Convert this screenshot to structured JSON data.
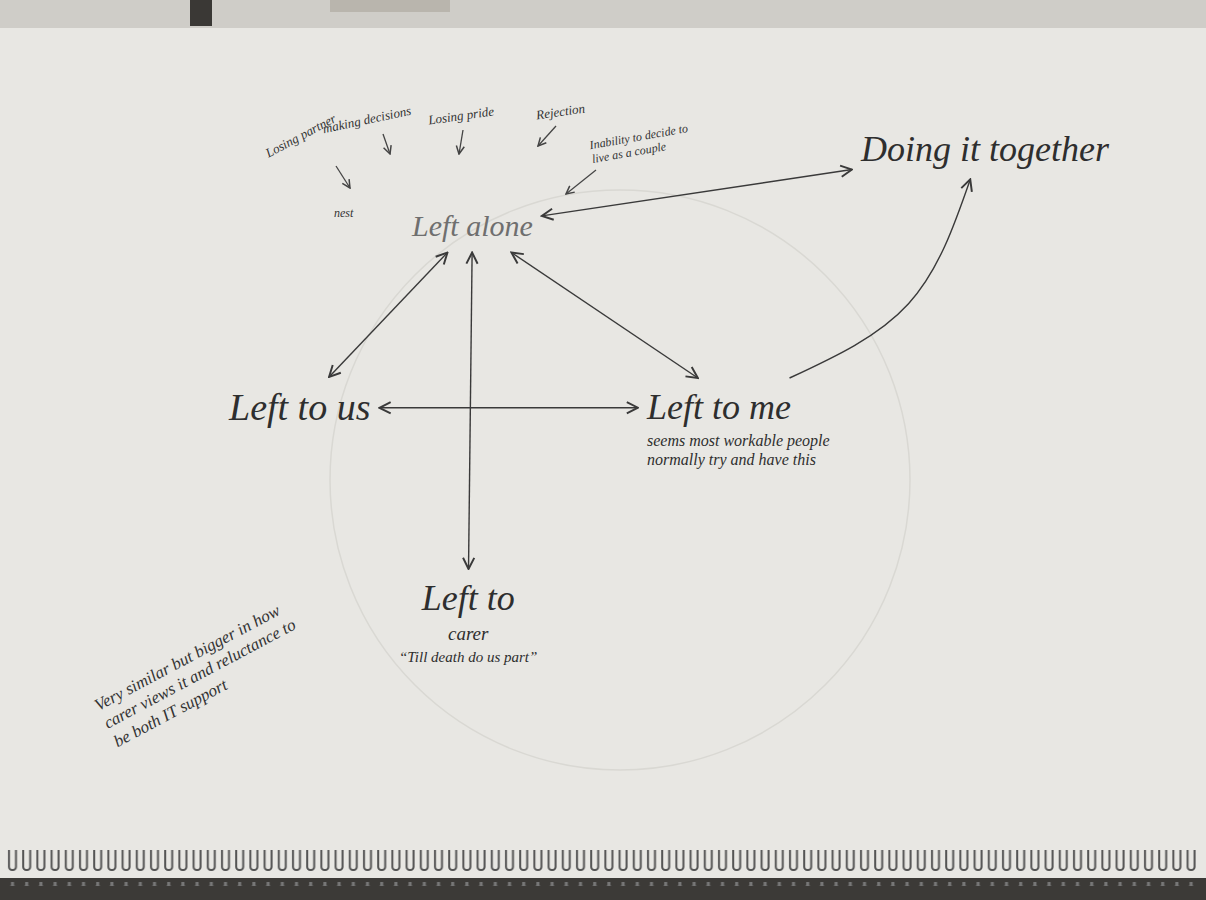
{
  "diagram": {
    "nodes": [
      {
        "text": [
          "Left alone"
        ]
      },
      {
        "text": [
          "Doing it together"
        ]
      },
      {
        "text": [
          "Left to us"
        ]
      },
      {
        "text": [
          "Left to me",
          "seems most workable people normally try and have this"
        ]
      },
      {
        "text": [
          "Left to",
          "carer",
          "“Till death do us part”"
        ]
      }
    ],
    "edges": [
      {
        "from": 0,
        "to": 1,
        "arrow": "both"
      },
      {
        "from": 3,
        "to": 1,
        "arrow": "to"
      },
      {
        "from": 0,
        "to": 2,
        "arrow": "both"
      },
      {
        "from": 0,
        "to": 4,
        "arrow": "both"
      },
      {
        "from": 0,
        "to": 3,
        "arrow": "both"
      },
      {
        "from": 2,
        "to": 3,
        "arrow": "both"
      }
    ],
    "labels": [
      "Losing partner",
      "making decisions",
      "Losing pride",
      "Rejection",
      "Inability to decide to live as a couple",
      "nest",
      "Very similar but bigger in how carer views it and reluctance to be both IT support"
    ]
  }
}
